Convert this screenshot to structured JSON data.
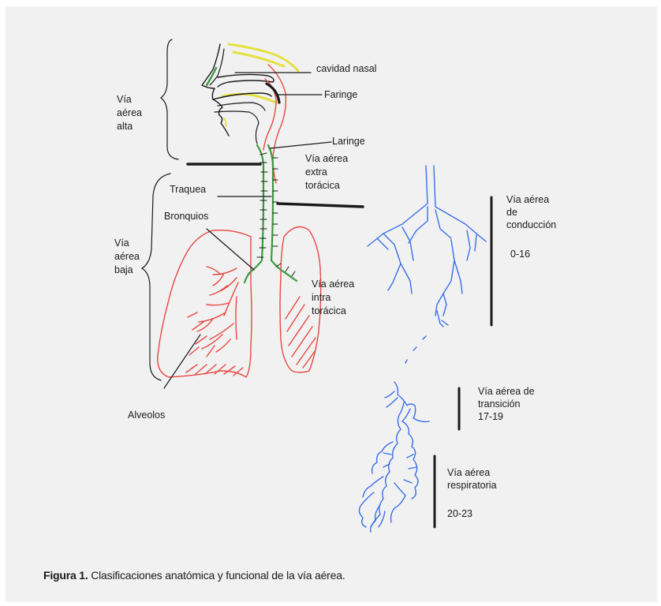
{
  "labels": {
    "cavidad_nasal": "cavidad nasal",
    "faringe": "Faringe",
    "laringe": "Laringe",
    "via_alta": [
      "Vía",
      "aérea",
      "alta"
    ],
    "via_extra": [
      "Vía aérea",
      "extra",
      "torácica"
    ],
    "traquea": "Traquea",
    "bronquios": "Bronquios",
    "via_baja": [
      "Vía",
      "aérea",
      "baja"
    ],
    "via_intra": [
      "Vía aérea",
      "intra",
      "torácica"
    ],
    "alveolos": "Alveolos",
    "conduccion": [
      "Vía aérea",
      "de",
      "conducción"
    ],
    "conduccion_range": "0-16",
    "transicion": [
      "Vía aérea de",
      "transición",
      "17-19"
    ],
    "respiratoria": [
      "Vía aérea",
      "respiratoria"
    ],
    "respiratoria_range": "20-23"
  },
  "caption": {
    "label": "Figura 1.",
    "text": " Clasificaciones anatómica y funcional de la vía aérea."
  },
  "colors": {
    "panel": "#f1f1f2",
    "lung": "#e8473f",
    "trachea": "#3a9a3a",
    "nasal": "#e6e040",
    "tree": "#3a6fe8",
    "ink": "#1a1a1a"
  }
}
